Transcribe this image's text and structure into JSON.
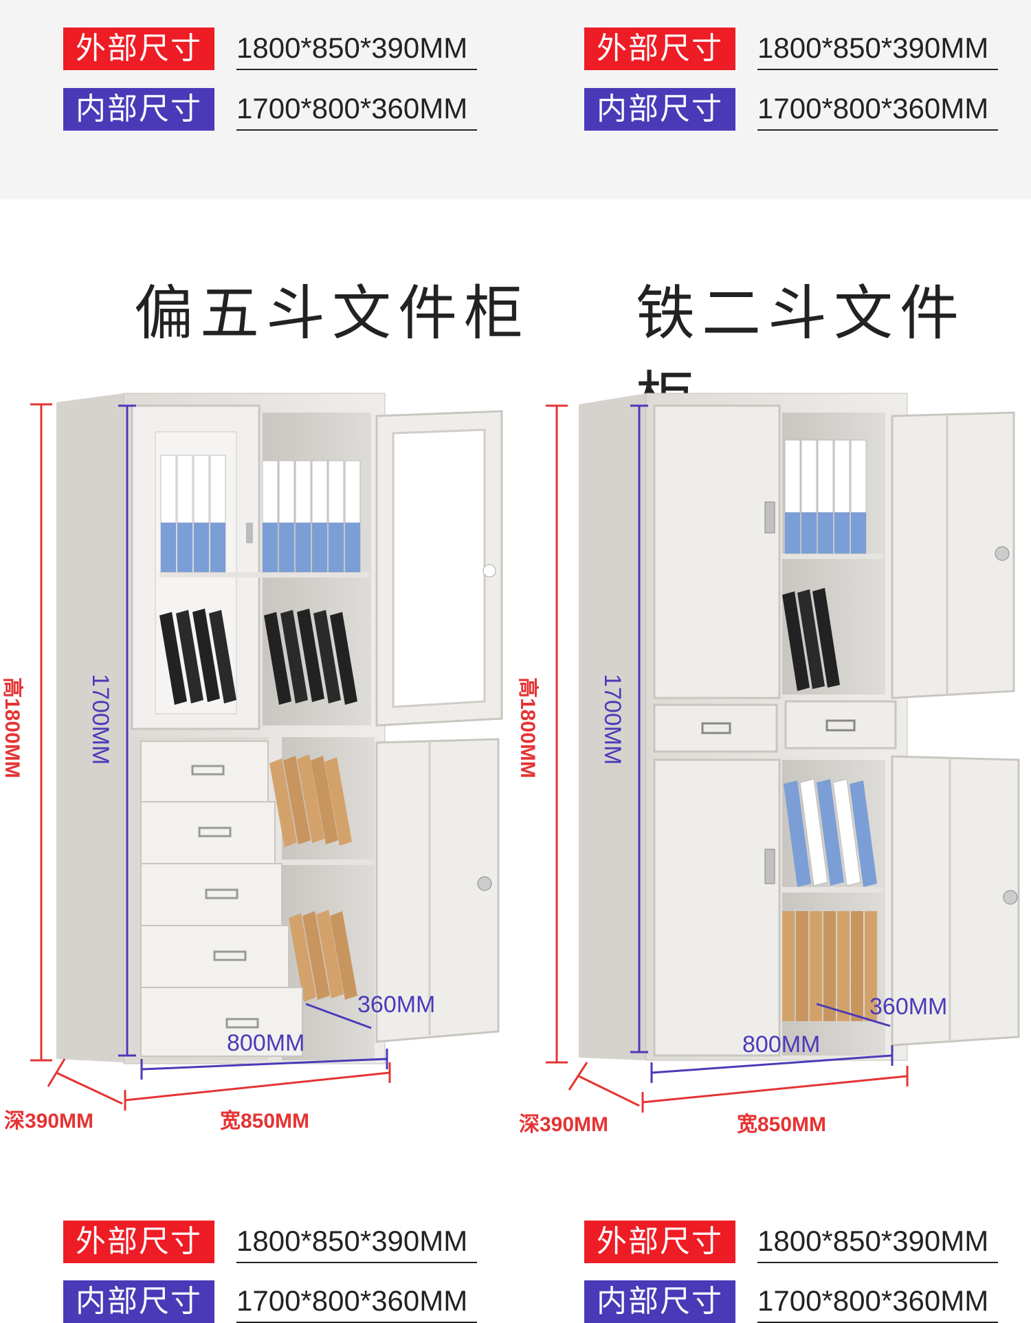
{
  "specs": {
    "outer_label": "外部尺寸",
    "outer_value": "1800*850*390MM",
    "inner_label": "内部尺寸",
    "inner_value": "1700*800*360MM"
  },
  "cabinets": [
    {
      "title": "偏五斗文件柜",
      "height_outer": "高1800MM",
      "height_inner": "1700MM",
      "width_outer": "宽850MM",
      "depth_outer": "深390MM",
      "width_inner": "800MM",
      "depth_inner": "360MM"
    },
    {
      "title": "铁二斗文件柜",
      "height_outer": "高1800MM",
      "height_inner": "1700MM",
      "width_outer": "宽850MM",
      "depth_outer": "深390MM",
      "width_inner": "800MM",
      "depth_inner": "360MM"
    }
  ],
  "colors": {
    "red": "#ee1c25",
    "blue": "#4a3ab8",
    "cabinet": "#e9e7e3"
  }
}
